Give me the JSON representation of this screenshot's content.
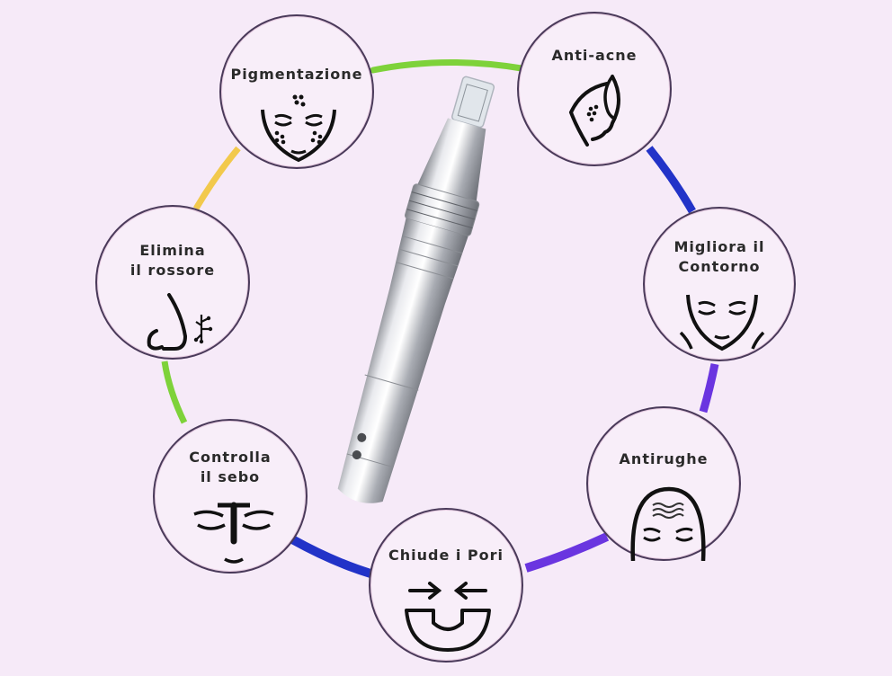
{
  "colors": {
    "background": "#f6eaf8",
    "circle_fill": "#f8eef9",
    "circle_border": "#4a3a5a",
    "text": "#2a2a2a",
    "segment_green": "#7ed23a",
    "segment_yellow": "#f2c94c",
    "segment_blue": "#2233c8",
    "segment_purple": "#6a35e0"
  },
  "center_product": {
    "name": "microneedling-pen"
  },
  "benefits": [
    {
      "id": "pigmentazione",
      "label": "Pigmentazione",
      "icon": "face-spots-icon"
    },
    {
      "id": "anti-acne",
      "label": "Anti-acne",
      "icon": "profile-acne-icon"
    },
    {
      "id": "contorno",
      "label": "Migliora il\nContorno",
      "icon": "face-contour-icon"
    },
    {
      "id": "antirughe",
      "label": "Antirughe",
      "icon": "forehead-wrinkles-icon"
    },
    {
      "id": "pori",
      "label": "Chiude i Pori",
      "icon": "pores-close-icon"
    },
    {
      "id": "sebo",
      "label": "Controlla\nil sebo",
      "icon": "sebum-face-icon"
    },
    {
      "id": "rossore",
      "label": "Elimina\nil rossore",
      "icon": "nose-redness-icon"
    }
  ]
}
